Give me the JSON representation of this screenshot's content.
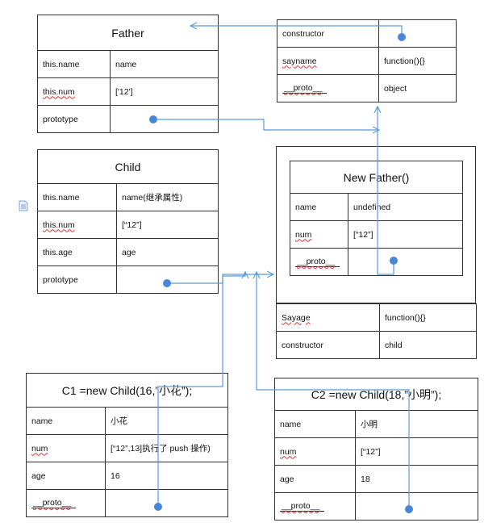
{
  "father": {
    "title": "Father",
    "rows": [
      {
        "key": "this.name",
        "value": "name"
      },
      {
        "key": "this.num",
        "value": "['12']"
      },
      {
        "key": "prototype",
        "value": ""
      }
    ]
  },
  "father_prototype": {
    "rows": [
      {
        "key": "constructor",
        "value": ""
      },
      {
        "key": "sayname",
        "value": "function(){}"
      },
      {
        "key": "__proto__",
        "value": "object"
      }
    ]
  },
  "child": {
    "title": "Child",
    "rows": [
      {
        "key": "this.name",
        "value": "name(继承属性)"
      },
      {
        "key": "this.num",
        "value": "[“12”]"
      },
      {
        "key": "this.age",
        "value": "age"
      },
      {
        "key": "prototype",
        "value": ""
      }
    ]
  },
  "new_father": {
    "title": "New Father()",
    "rows": [
      {
        "key": "name",
        "value": "undefined"
      },
      {
        "key": "num",
        "value": "[“12”]"
      },
      {
        "key": "__proto__",
        "value": ""
      }
    ]
  },
  "child_prototype": {
    "rows": [
      {
        "key": "Sayage",
        "value": "function(){}"
      },
      {
        "key": "constructor",
        "value": "child"
      }
    ]
  },
  "c1": {
    "title": "C1 =new Child(16,”小花”);",
    "rows": [
      {
        "key": "name",
        "value": "小花"
      },
      {
        "key": "num",
        "value": "[“12”,13]执行了 push 操作)"
      },
      {
        "key": "age",
        "value": "16"
      },
      {
        "key": "__proto__",
        "value": ""
      }
    ]
  },
  "c2": {
    "title": "C2 =new Child(18,”小明”);",
    "rows": [
      {
        "key": "name",
        "value": "小明"
      },
      {
        "key": "num",
        "value": "[“12”]"
      },
      {
        "key": "age",
        "value": "18"
      },
      {
        "key": "__proto__",
        "value": ""
      }
    ]
  },
  "colors": {
    "arrow": "#5b9bd5",
    "dot": "#4a86d8",
    "border": "#333333",
    "squiggle": "#dd3333"
  }
}
